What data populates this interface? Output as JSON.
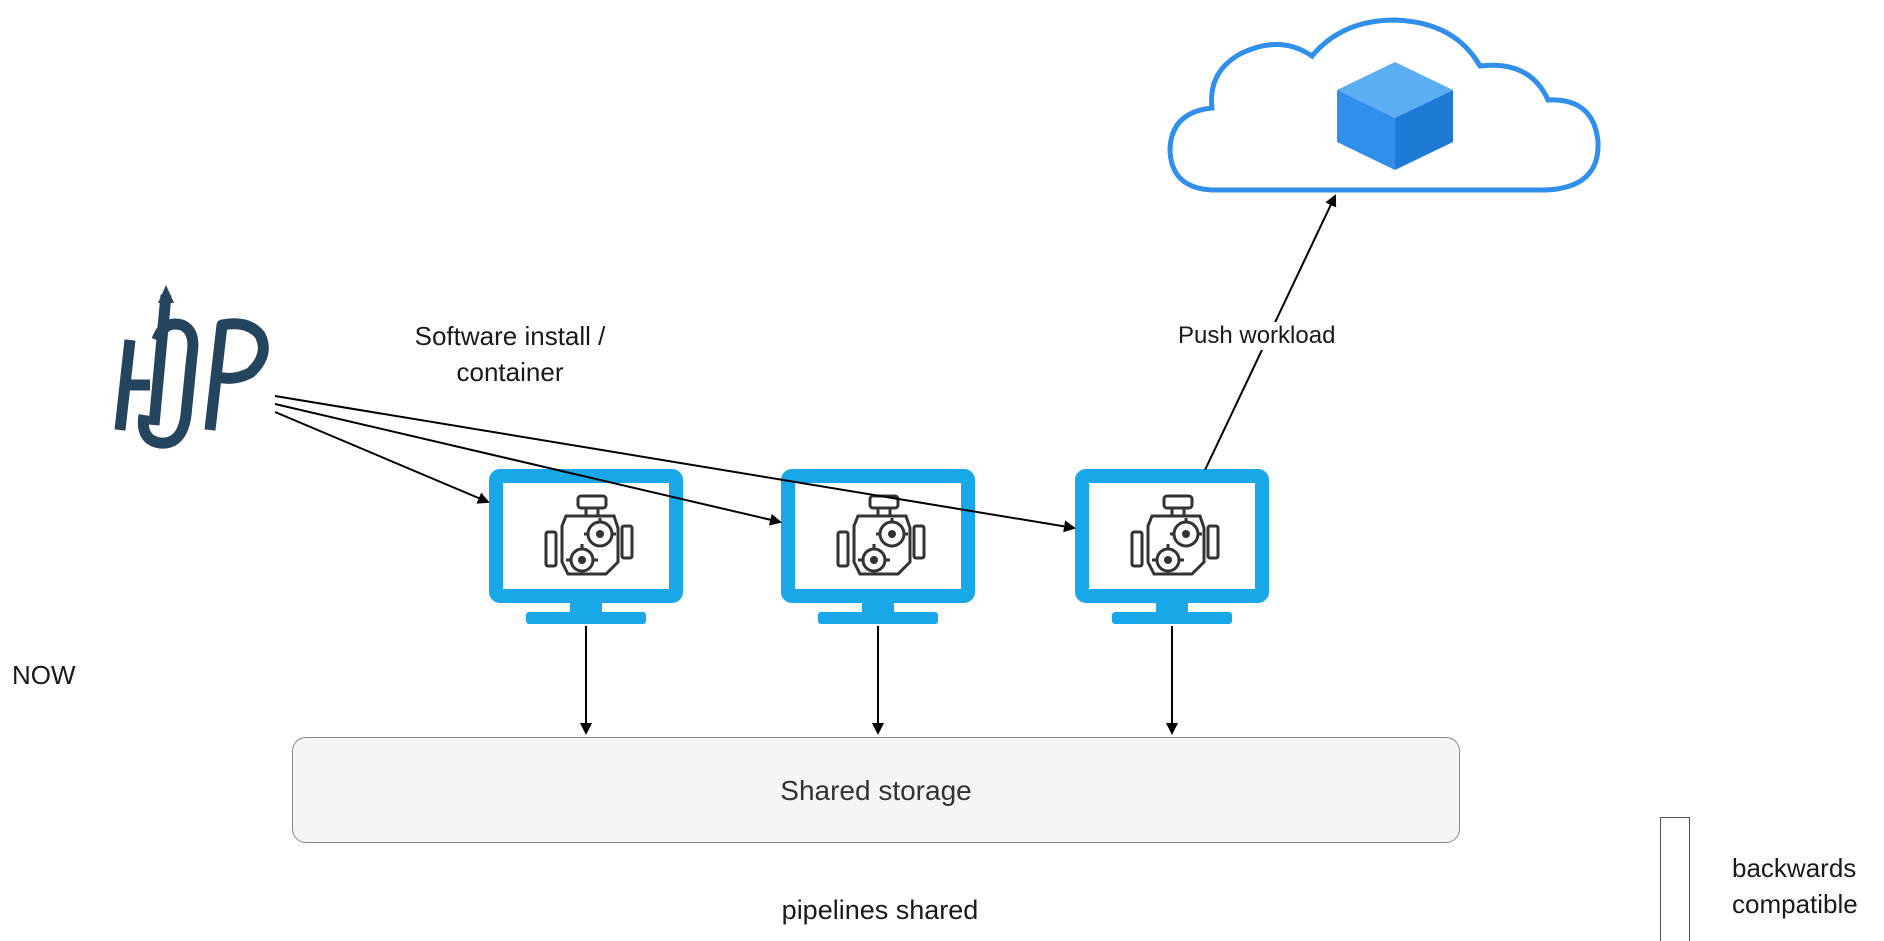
{
  "labels": {
    "software_install_line1": "Software install /",
    "software_install_line2": "container",
    "push_workload": "Push workload",
    "now": "NOW",
    "shared_storage": "Shared storage",
    "pipelines_shared": "pipelines shared",
    "backwards_line1": "backwards",
    "backwards_line2": "compatible"
  },
  "icons": {
    "logo": "hop-logo",
    "cloud": "cloud-icon",
    "cloud_box": "cube-icon",
    "monitor": "monitor-icon",
    "engine": "engine-icon"
  },
  "colors": {
    "cloud_stroke": "#2F8FEA",
    "cube": "#2F8FEA",
    "monitor": "#18A7E8",
    "logo": "#25455F",
    "arrow": "#000000",
    "storage_fill": "#F5F5F5"
  }
}
